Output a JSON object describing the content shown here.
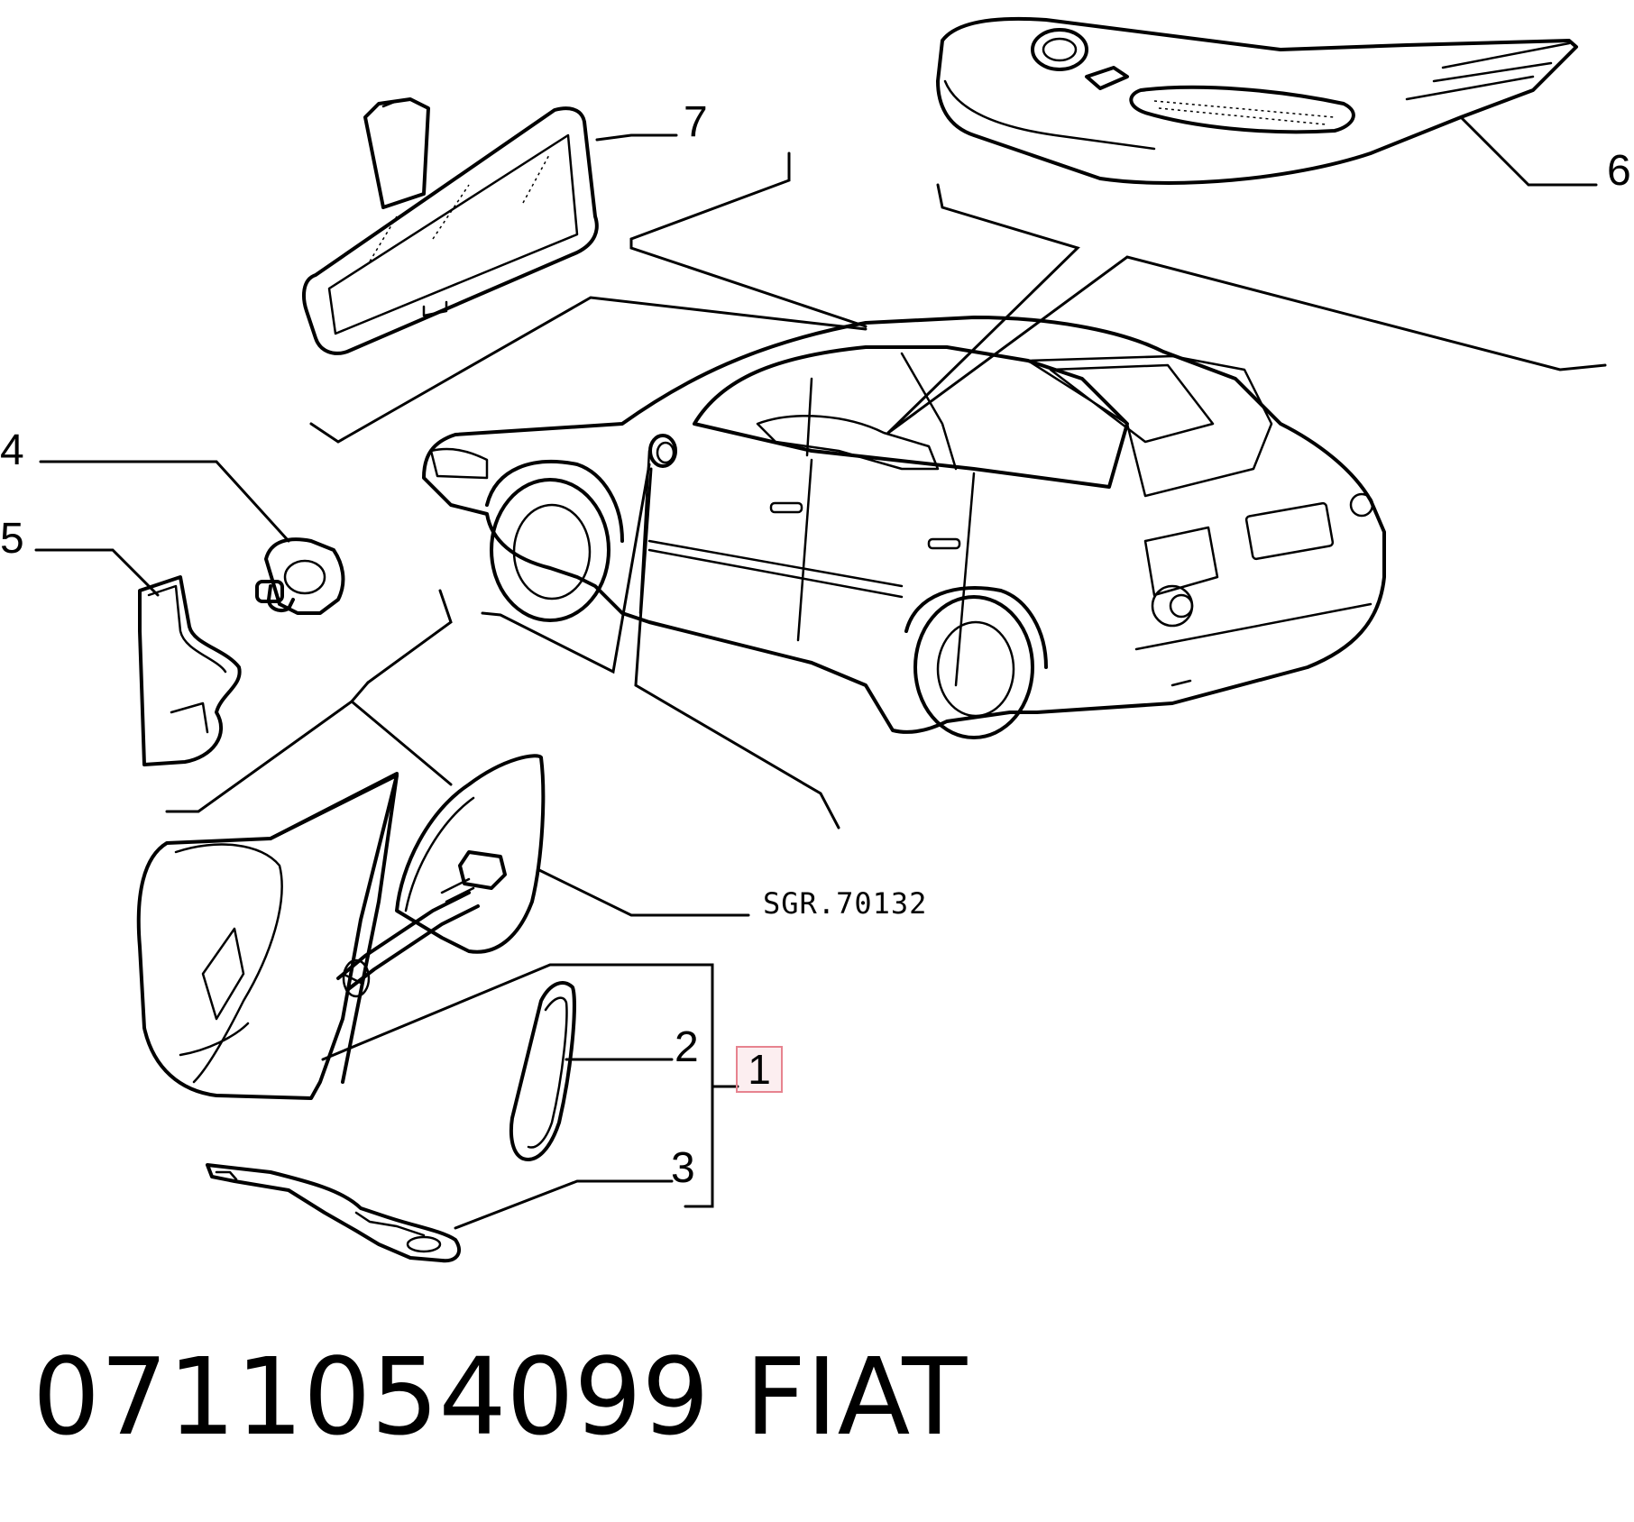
{
  "callouts": {
    "c1": "1",
    "c2": "2",
    "c3": "3",
    "c4": "4",
    "c5": "5",
    "c6": "6",
    "c7": "7"
  },
  "reference": "SGR.70132",
  "footer": {
    "part_number": "0711054099",
    "brand": "FIAT"
  },
  "highlight_color": "#e7838f"
}
